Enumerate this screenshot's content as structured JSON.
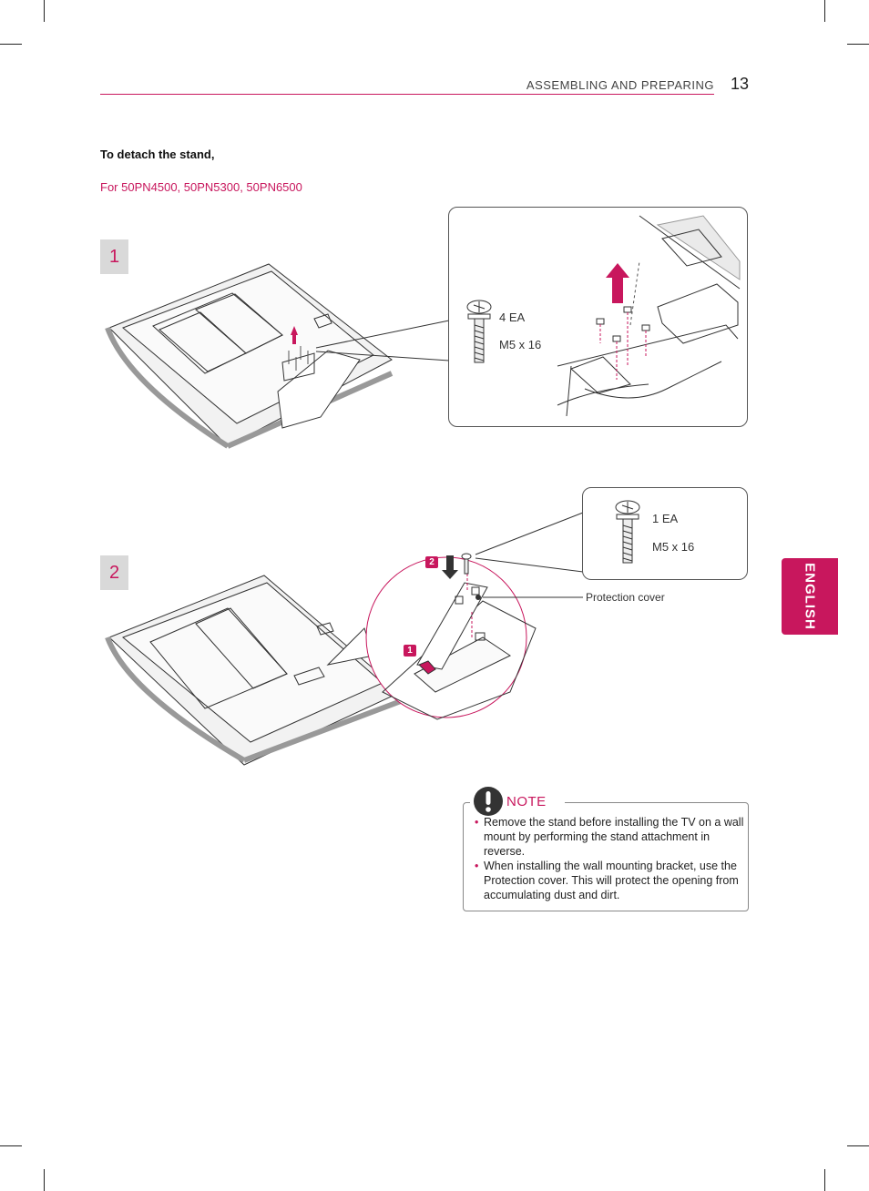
{
  "header": {
    "section": "ASSEMBLING AND PREPARING",
    "page_number": "13"
  },
  "intro": {
    "lead": "To detach the stand,",
    "models": "For 50PN4500, 50PN5300, 50PN6500"
  },
  "step1": {
    "badge": "1",
    "quantity": "4 EA",
    "screw_size": "M5 x 16"
  },
  "step2": {
    "badge": "2",
    "quantity": "1 EA",
    "screw_size": "M5 x 16",
    "protection_label": "Protection cover",
    "sub_step_1": "1",
    "sub_step_2": "2"
  },
  "language_tab": "ENGLISH",
  "note": {
    "title": "NOTE",
    "items": [
      "Remove the stand before installing the TV on a wall mount by performing the stand attachment in reverse.",
      "When installing the wall mounting bracket, use the Protection cover. This will protect the opening from accumulating dust and dirt."
    ]
  },
  "colors": {
    "accent": "#c8175d",
    "badge_bg": "#d9d9d9"
  }
}
